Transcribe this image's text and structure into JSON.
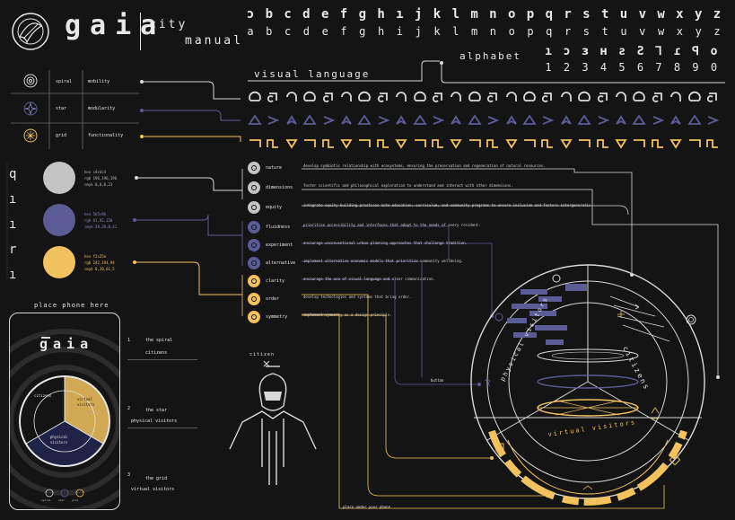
{
  "brand": {
    "title": "gaia",
    "subtitle_1": "city",
    "subtitle_2": "manual"
  },
  "alphabet": {
    "heading": "alphabet",
    "letters": [
      "a",
      "b",
      "c",
      "d",
      "e",
      "f",
      "g",
      "h",
      "i",
      "j",
      "k",
      "l",
      "m",
      "n",
      "o",
      "p",
      "q",
      "r",
      "s",
      "t",
      "u",
      "v",
      "w",
      "x",
      "y",
      "z"
    ],
    "digits": [
      "1",
      "2",
      "3",
      "4",
      "5",
      "6",
      "7",
      "8",
      "9",
      "0"
    ]
  },
  "visual_language": {
    "heading": "visual language"
  },
  "legend_rows": [
    {
      "symbol": "spiral",
      "label": "mobility"
    },
    {
      "symbol": "star",
      "label": "modularity"
    },
    {
      "symbol": "grid",
      "label": "functionality"
    }
  ],
  "swatches": [
    {
      "color": "#c4c4c4",
      "label_1": "hex c4c4c4",
      "label_2": "rgb 196,196,196",
      "label_3": "cmyk 0,0,0,23"
    },
    {
      "color": "#5b5c96",
      "label_1": "hex 5b5c96",
      "label_2": "rgb 91,92,150",
      "label_3": "cmyk 39,39,0,41"
    },
    {
      "color": "#f2c25e",
      "label_1": "hex f2c25e",
      "label_2": "rgb 242,194,94",
      "label_3": "cmyk 0,20,61,5"
    }
  ],
  "principles": [
    {
      "name": "nature",
      "text": "develop symbiotic relationship with ecosystems, ensuring the preservation and regeneration of natural resources."
    },
    {
      "name": "dimensions",
      "text": "foster scientific and philosophical exploration to understand and interact with other dimensions."
    },
    {
      "name": "equity",
      "text": "integrate equity-building practices into education, curriculum, and community programs to ensure inclusion and fosters intergenerational."
    },
    {
      "name": "fluidness",
      "text": "prioritize accessibility and interfaces that adapt to the needs of every resident."
    },
    {
      "name": "experiment",
      "text": "encourage unconventional urban planning approaches that challenge tradition."
    },
    {
      "name": "alternative",
      "text": "implement alternative economic models that prioritize community wellbeing."
    },
    {
      "name": "clarity",
      "text": "encourage the use of visual language and clear communication."
    },
    {
      "name": "order",
      "text": "develop technologies and systems that bring order."
    },
    {
      "name": "symmetry",
      "text": "implement symmetry as a design principle."
    }
  ],
  "phone": {
    "caption": "place phone here",
    "title": "gaia",
    "sector_1": "citizens",
    "sector_2": "virtual visitors",
    "sector_3": "physical visitors",
    "icon_labels": [
      "spiral",
      "star",
      "grid"
    ]
  },
  "phone_legend": [
    {
      "number": "1",
      "title": "the spiral",
      "sub": "citizens"
    },
    {
      "number": "2",
      "title": "the star",
      "sub": "physical visitors"
    },
    {
      "number": "3",
      "title": "the grid",
      "sub": "virtual visitors"
    }
  ],
  "figure": {
    "label": "citizen"
  },
  "wheel": {
    "label_citizens": "citizens",
    "label_physical": "physical visitors",
    "label_virtual": "virtual visitors",
    "label_button": "button",
    "note_bottom": "place under your phone"
  },
  "colors": {
    "background": "#141414",
    "grey": "#c4c4c4",
    "purple": "#5b5c96",
    "yellow": "#f2c25e",
    "line": "#d9d9d9"
  }
}
